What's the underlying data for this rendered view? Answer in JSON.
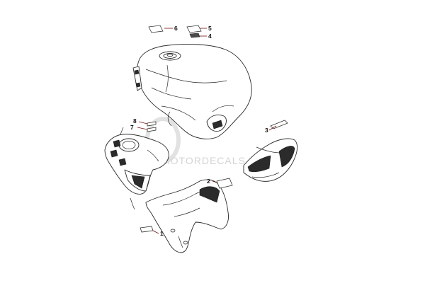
{
  "diagram": {
    "callouts": [
      "1",
      "2",
      "3",
      "4",
      "5",
      "6",
      "7",
      "8"
    ],
    "watermark": "MYMOTORDECALS",
    "colors": {
      "leader": "#7a1010",
      "outline": "#2a2a2a",
      "watermark": "#d4d4d4"
    }
  }
}
